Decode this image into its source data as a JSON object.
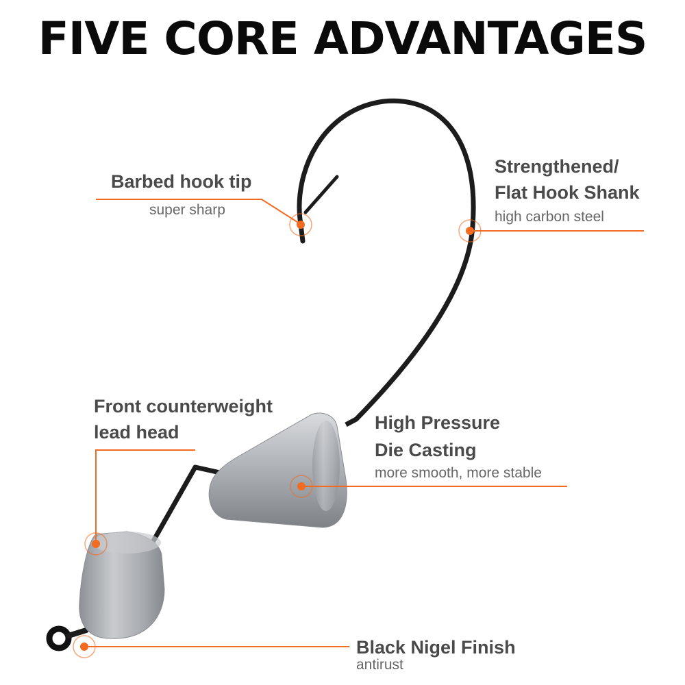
{
  "title": "FIVE CORE ADVANTAGES",
  "colors": {
    "accent": "#f26b21",
    "hook": "#1c1c1c",
    "lead": "#a9acb0",
    "heading": "#4a4a4a",
    "subtext": "#666666"
  },
  "callouts": {
    "barbed": {
      "heading": "Barbed hook tip",
      "detail": "super sharp"
    },
    "shank": {
      "heading_line1": "Strengthened/",
      "heading_line2": "Flat Hook Shank",
      "detail": "high carbon steel"
    },
    "counterweight": {
      "heading_line1": "Front counterweight",
      "heading_line2": "lead head"
    },
    "casting": {
      "heading_line1": "High Pressure",
      "heading_line2": "Die Casting",
      "detail": "more smooth, more stable"
    },
    "finish": {
      "heading": "Black Nigel Finish",
      "detail": "antirust"
    }
  },
  "icons": {
    "marker": "orange-target-dot-icon"
  }
}
